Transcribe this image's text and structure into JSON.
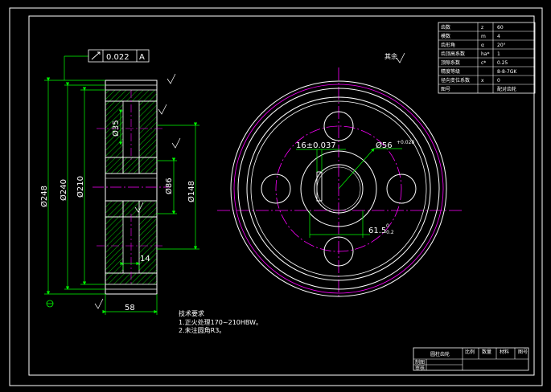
{
  "colors": {
    "background": "#000000",
    "outline": "#ffffff",
    "dimension": "#00ff00",
    "center_line": "#ff00ff",
    "hatch": "#00ff00",
    "yellow": "#ffff00",
    "cyan": "#00ffff"
  },
  "tolerance_frame": {
    "symbol": "circular-runout",
    "value": "0.022",
    "datum": "A"
  },
  "surface_finish_note": "其余",
  "side_view_dims": {
    "d248": "Ø248",
    "d240": "Ø240",
    "d210": "Ø210",
    "d35": "Ø35",
    "d86": "Ø86",
    "d148": "Ø148",
    "w58": "58",
    "w14": "14"
  },
  "front_view_dims": {
    "keyway_width": "16±0.037",
    "bore": "Ø56",
    "bore_tol": "+0.028",
    "key_depth": "61.5",
    "key_depth_tol_upper": "0",
    "key_depth_tol_lower": "-0.2"
  },
  "tech_requirements": {
    "title": "技术要求",
    "lines": [
      "1.正火处理170~210HBW。",
      "2.未注圆角R3。"
    ]
  },
  "param_table": {
    "rows": [
      {
        "name": "齿数",
        "symbol": "z",
        "value": "60"
      },
      {
        "name": "模数",
        "symbol": "m",
        "value": "4"
      },
      {
        "name": "齿形角",
        "symbol": "α",
        "value": "20°"
      },
      {
        "name": "齿顶高系数",
        "symbol": "ha*",
        "value": "1"
      },
      {
        "name": "顶隙系数",
        "symbol": "c*",
        "value": "0.25"
      },
      {
        "name": "精度等级",
        "symbol": "",
        "value": "8-8-7GK"
      },
      {
        "name": "径向变位系数",
        "symbol": "x",
        "value": "0"
      },
      {
        "name": "图号",
        "symbol": "",
        "value": "配对齿轮"
      }
    ]
  },
  "title_block": {
    "name": "圆柱齿轮",
    "headers": [
      "比例",
      "数量",
      "材料",
      "图号"
    ],
    "row_labels": [
      "制图",
      "审核"
    ]
  }
}
